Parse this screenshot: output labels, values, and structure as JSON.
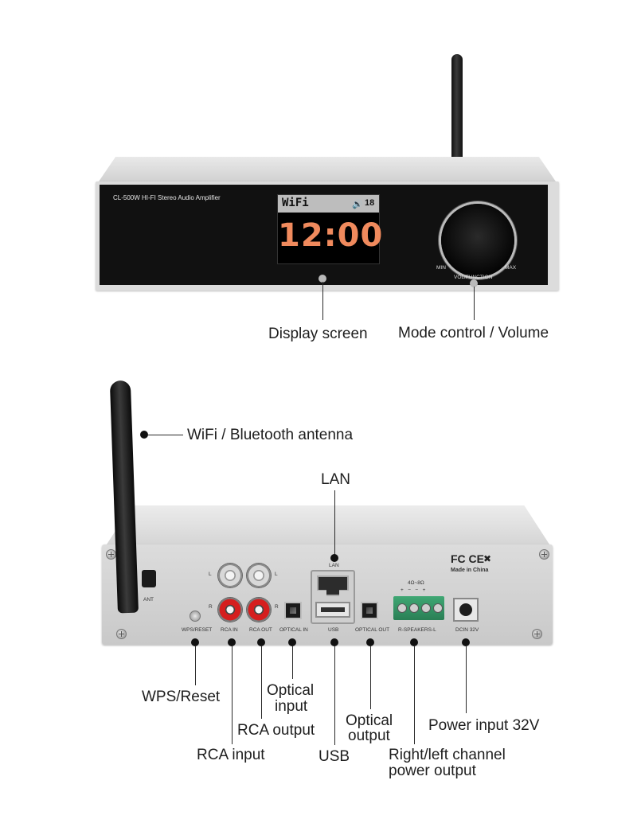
{
  "front": {
    "model_label": "CL-500W HI-FI Stereo Audio Amplifier",
    "screen_mode": "WiFi",
    "screen_volume": "18",
    "screen_time": "12:00",
    "knob_min": "MIN",
    "knob_max": "MAX",
    "knob_label": "VOL/FUNCTION"
  },
  "back": {
    "cert_marks": "FC CE",
    "made_in": "Made in China",
    "ant_label": "ANT",
    "lan_label": "LAN",
    "l_label": "L",
    "r_label": "R",
    "impedance": "4Ω~8Ω",
    "terminal_signs": "+   −   −   +",
    "port_labels": [
      "WPS/RESET",
      "RCA IN",
      "RCA OUT",
      "OPTICAL IN",
      "USB",
      "OPTICAL OUT",
      "R-SPEAKERS-L",
      "DCIN 32V"
    ]
  },
  "callouts": {
    "display_screen": "Display screen",
    "mode_volume": "Mode control / Volume",
    "antenna": "WiFi / Bluetooth antenna",
    "lan": "LAN",
    "wps_reset": "WPS/Reset",
    "optical_input": [
      "Optical",
      "input"
    ],
    "rca_output": "RCA output",
    "rca_input": "RCA input",
    "usb": "USB",
    "optical_output": [
      "Optical",
      "output"
    ],
    "power_input": "Power input 32V",
    "speaker_output": [
      "Right/left channel",
      "power output"
    ]
  },
  "colors": {
    "clock_orange": "#f08a5d",
    "panel_black": "#111111",
    "chassis_silver": "#d6d6d6",
    "rca_red": "#d51e1e"
  }
}
